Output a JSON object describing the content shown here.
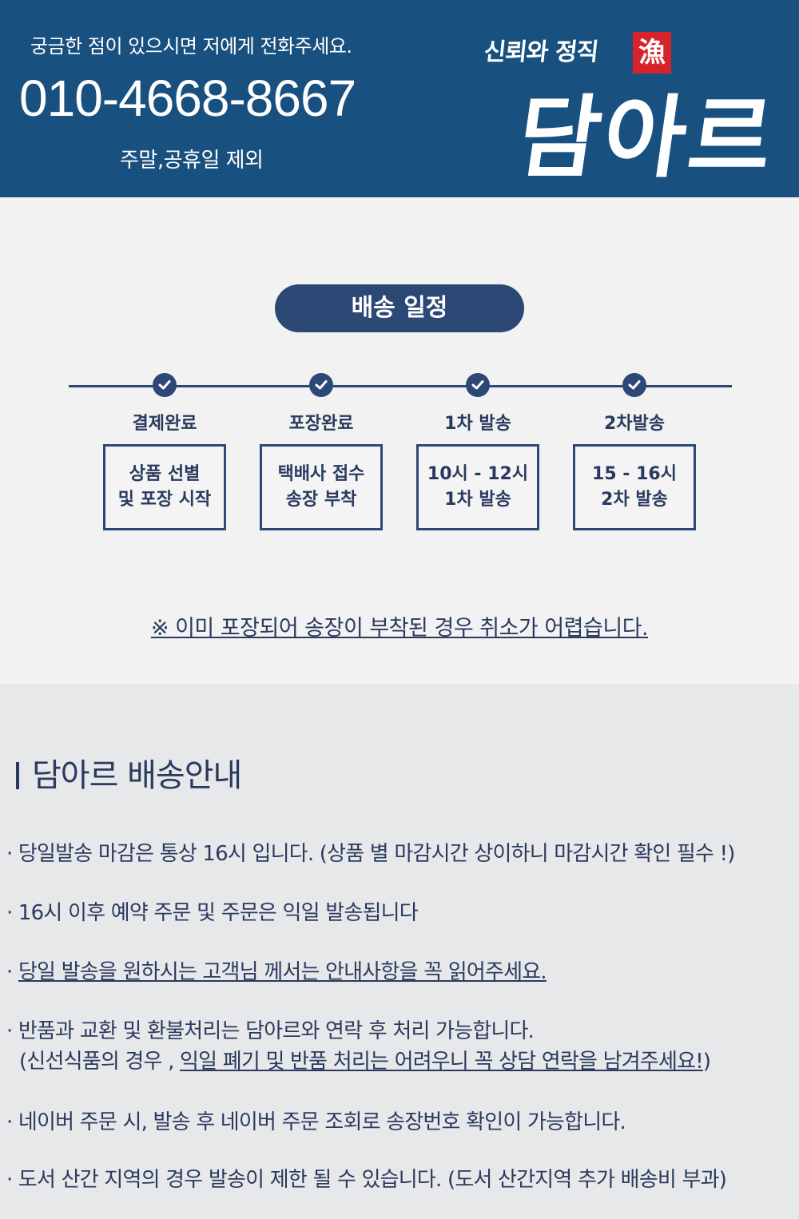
{
  "header": {
    "question": "궁금한 점이 있으시면 저에게 전화주세요.",
    "phone": "010-4668-8667",
    "note": "주말,공휴일 제외",
    "brand_tag": "신뢰와 정직",
    "brand_seal": "漁",
    "brand_name": "담아르"
  },
  "schedule": {
    "title": "배송 일정",
    "steps": [
      {
        "label": "결제완료",
        "box": "상품 선별\n및 포장 시작"
      },
      {
        "label": "포장완료",
        "box": "택배사 접수\n송장 부착"
      },
      {
        "label": "1차 발송",
        "box": "10시 - 12시\n1차 발송"
      },
      {
        "label": "2차발송",
        "box": "15 - 16시\n2차 발송"
      }
    ],
    "notice": "※ 이미 포장되어 송장이 부착된 경우 취소가 어렵습니다."
  },
  "info": {
    "title": "담아르 배송안내",
    "items": [
      {
        "text": "· 당일발송 마감은 통상 16시 입니다. (상품 별 마감시간 상이하니 마감시간 확인 필수 !)"
      },
      {
        "text": "· 16시 이후 예약 주문 및 주문은 익일 발송됩니다"
      },
      {
        "bullet": "· ",
        "underlined": "당일 발송을 원하시는 고객님 께서는 안내사항을 꼭 읽어주세요."
      },
      {
        "text": "· 반품과 교환 및 환불처리는 담아르와 연락 후 처리 가능합니다.",
        "sub_prefix": "(신선식품의 경우 , ",
        "sub_underlined": "익일 폐기 및 반품 처리는 어려우니 꼭 상담 연락을 남겨주세요!",
        "sub_suffix": ")"
      },
      {
        "text": "· 네이버 주문 시, 발송 후 네이버 주문 조회로 송장번호 확인이 가능합니다."
      },
      {
        "text": "· 도서 산간 지역의 경우 발송이 제한 될 수 있습니다. (도서 산간지역 추가 배송비 부과)"
      }
    ]
  }
}
